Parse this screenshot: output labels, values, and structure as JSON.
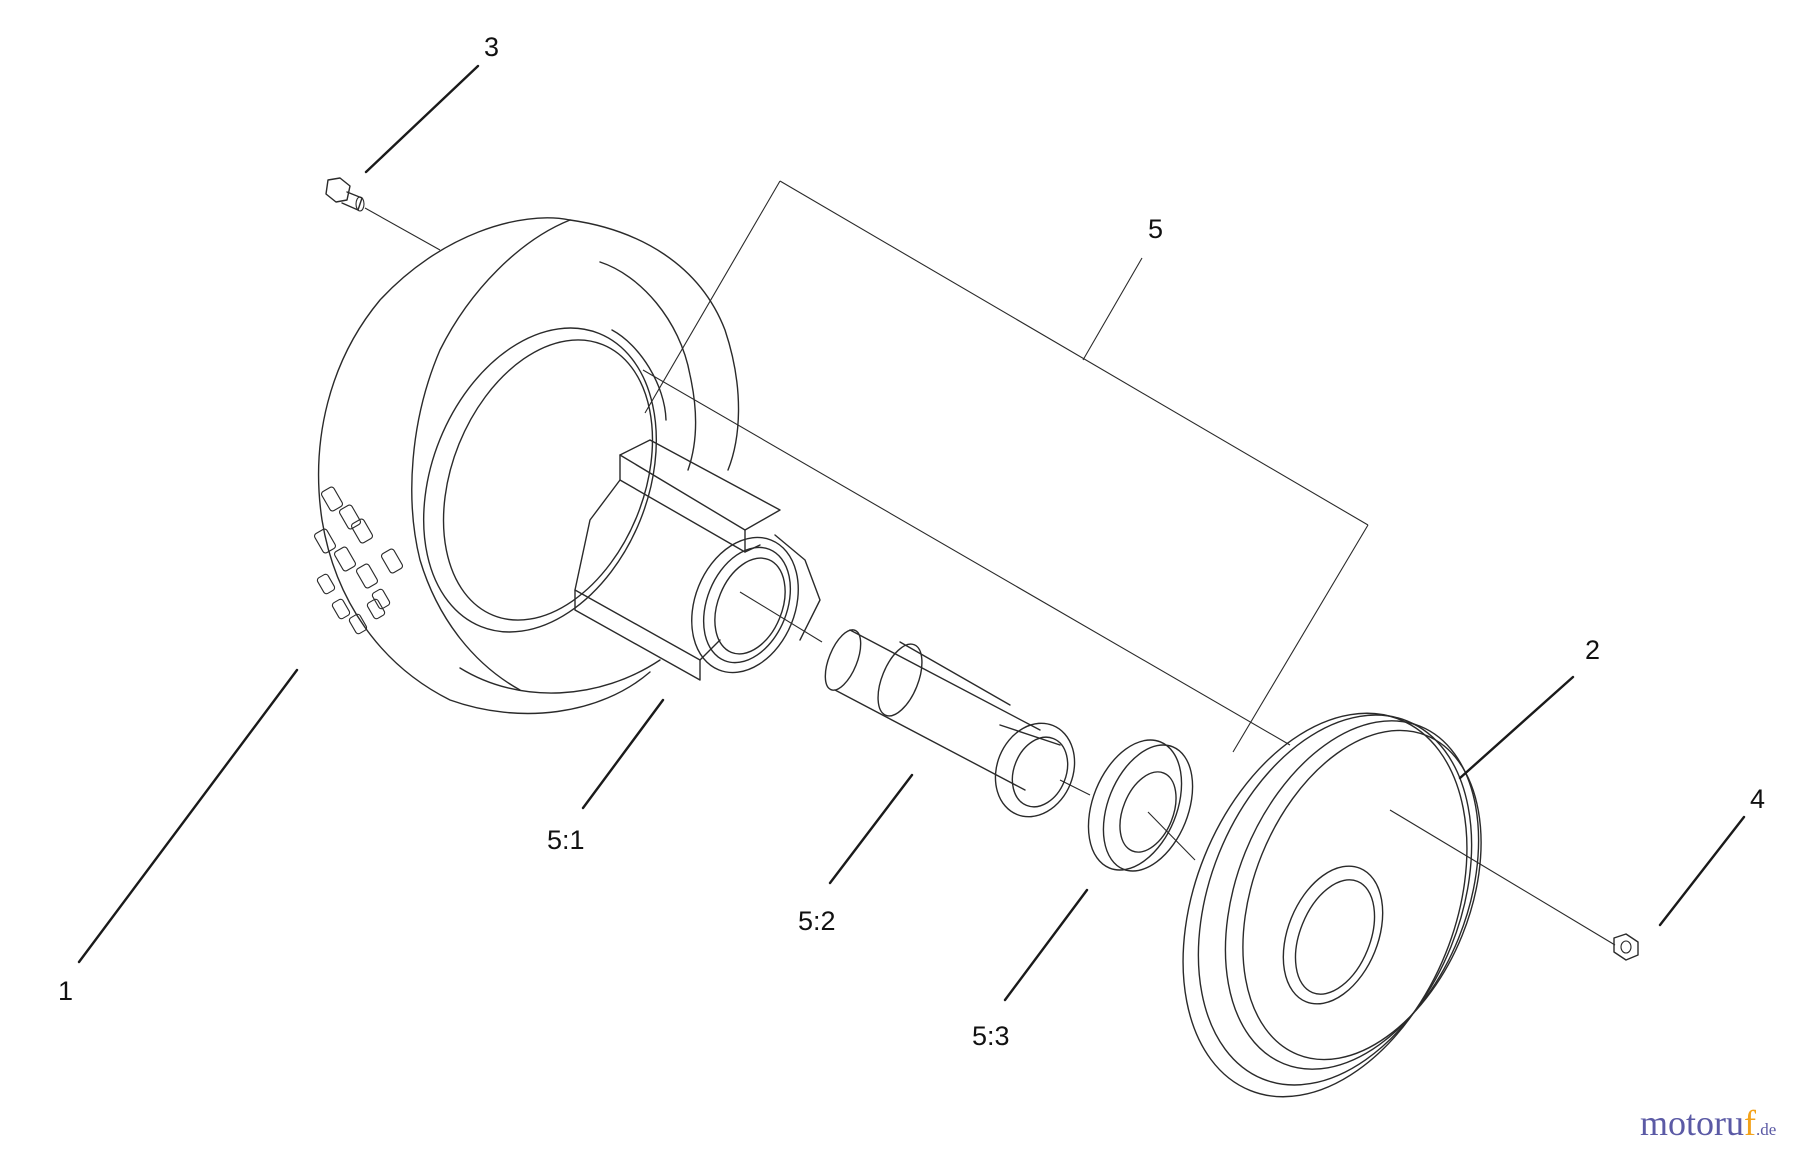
{
  "callouts": {
    "c1": "1",
    "c2": "2",
    "c3": "3",
    "c4": "4",
    "c5": "5",
    "c5_1": "5:1",
    "c5_2": "5:2",
    "c5_3": "5:3"
  },
  "watermark": {
    "main": "motoru",
    "accent": "f",
    "tld": ".de"
  },
  "colors": {
    "line": "#2a2a2a",
    "watermark_main": "#5b5aa5",
    "watermark_accent": "#f3a21a"
  }
}
